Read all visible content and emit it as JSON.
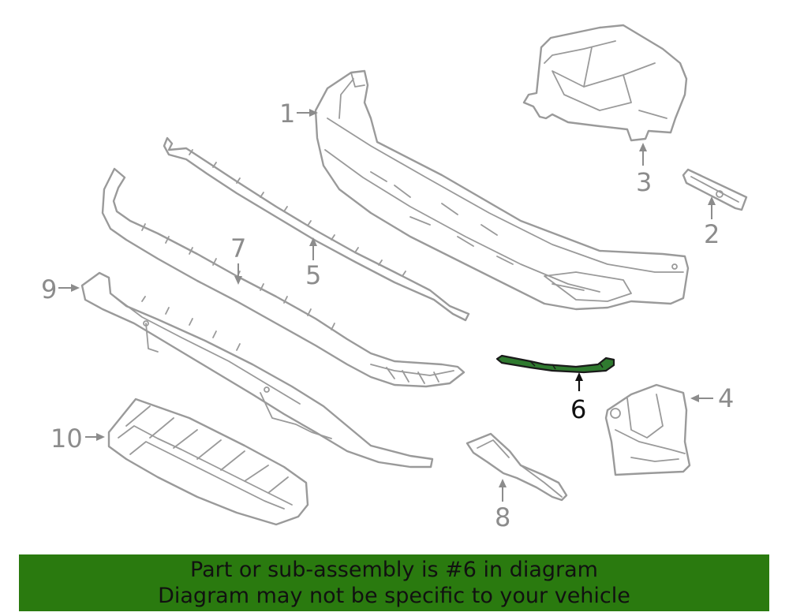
{
  "callouts": {
    "c1": "1",
    "c2": "2",
    "c3": "3",
    "c4": "4",
    "c5": "5",
    "c6": "6",
    "c7": "7",
    "c8": "8",
    "c9": "9",
    "c10": "10"
  },
  "highlighted_part": "6",
  "colors": {
    "highlight_part": "#2f7a2f",
    "banner_background": "#2a7a0f",
    "line_art": "#9a9a9a"
  },
  "banner": {
    "line1": "Part or sub-assembly is #6 in diagram",
    "line2": "Diagram may not be specific to your vehicle"
  }
}
